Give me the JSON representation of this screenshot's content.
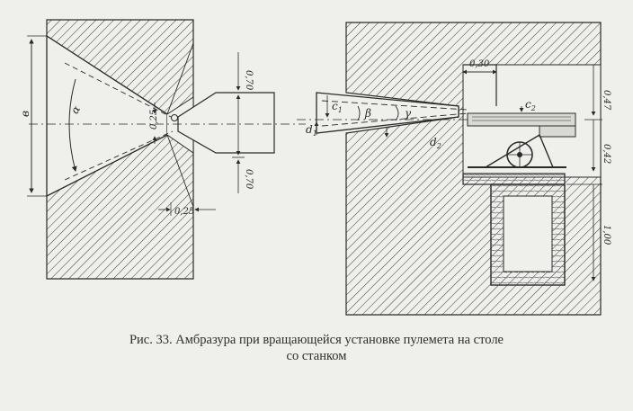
{
  "figure": {
    "labels": {
      "b": "в",
      "alpha": "α",
      "d025_left": "0,25",
      "d070_top": "0,70",
      "d070_bottom": "0,70",
      "d025_bottom": "0,25",
      "c1": "c",
      "c1_sub": "1",
      "d1": "d",
      "d1_sub": "1",
      "beta": "β",
      "gamma": "γ",
      "d2": "d",
      "d2_sub": "2",
      "c2": "c",
      "c2_sub": "2",
      "d030": "0,30",
      "d047": "0,47",
      "d042": "0,42",
      "d100": "1,00"
    }
  },
  "caption": {
    "line1": "Рис. 33. Амбразура при вращающейся установке пулемета на столе",
    "line2": "со станком"
  }
}
